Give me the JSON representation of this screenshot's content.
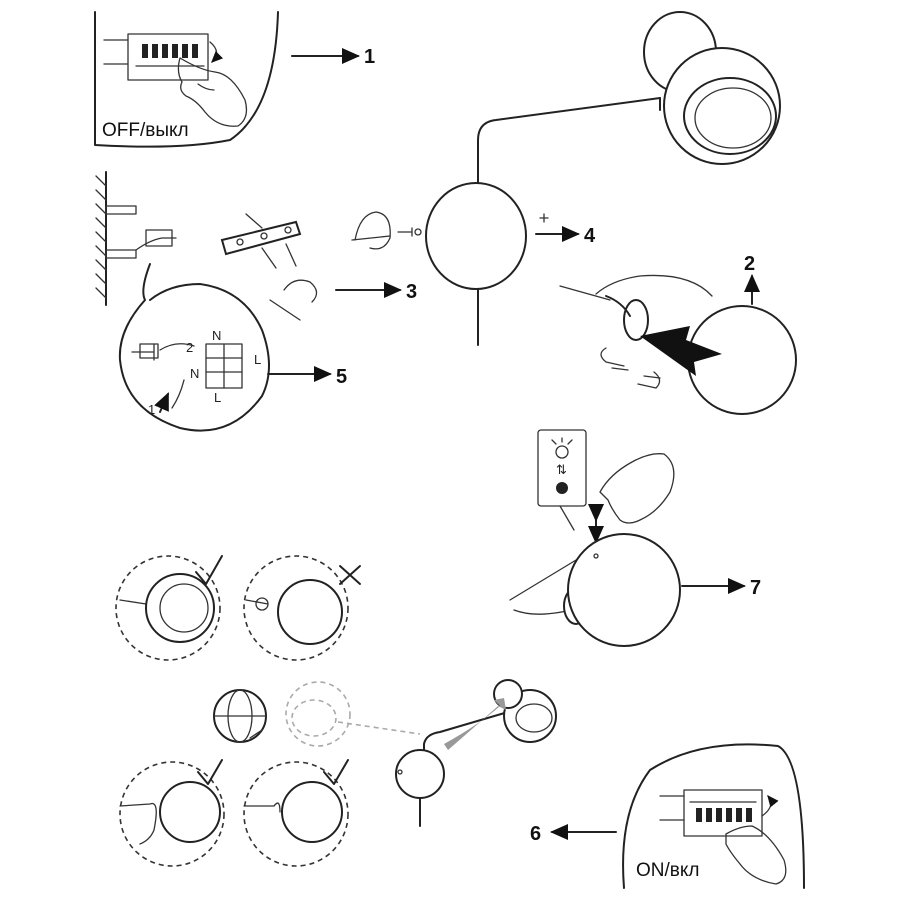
{
  "panels": {
    "power_off": {
      "caption": "OFF/выкл"
    },
    "power_on": {
      "caption": "ON/вкл"
    }
  },
  "steps": {
    "step1": "1",
    "step2": "2",
    "step3": "3",
    "step4": "4",
    "step5": "5",
    "step6": "6",
    "step7": "7"
  },
  "wiring": {
    "n_top": "N",
    "two": "2",
    "n_bottom": "N",
    "l_top": "L",
    "l_bottom": "L",
    "one": "1"
  },
  "colors": {
    "line": "#222222",
    "background": "#ffffff",
    "arrow": "#111111"
  },
  "icons": [
    "power-switch-icon",
    "hand-icon",
    "bulb-on-icon",
    "bulb-off-icon",
    "magnet-icon",
    "rotation-icon",
    "globe-rotation-icon",
    "check-mark-icon",
    "cross-mark-icon"
  ]
}
